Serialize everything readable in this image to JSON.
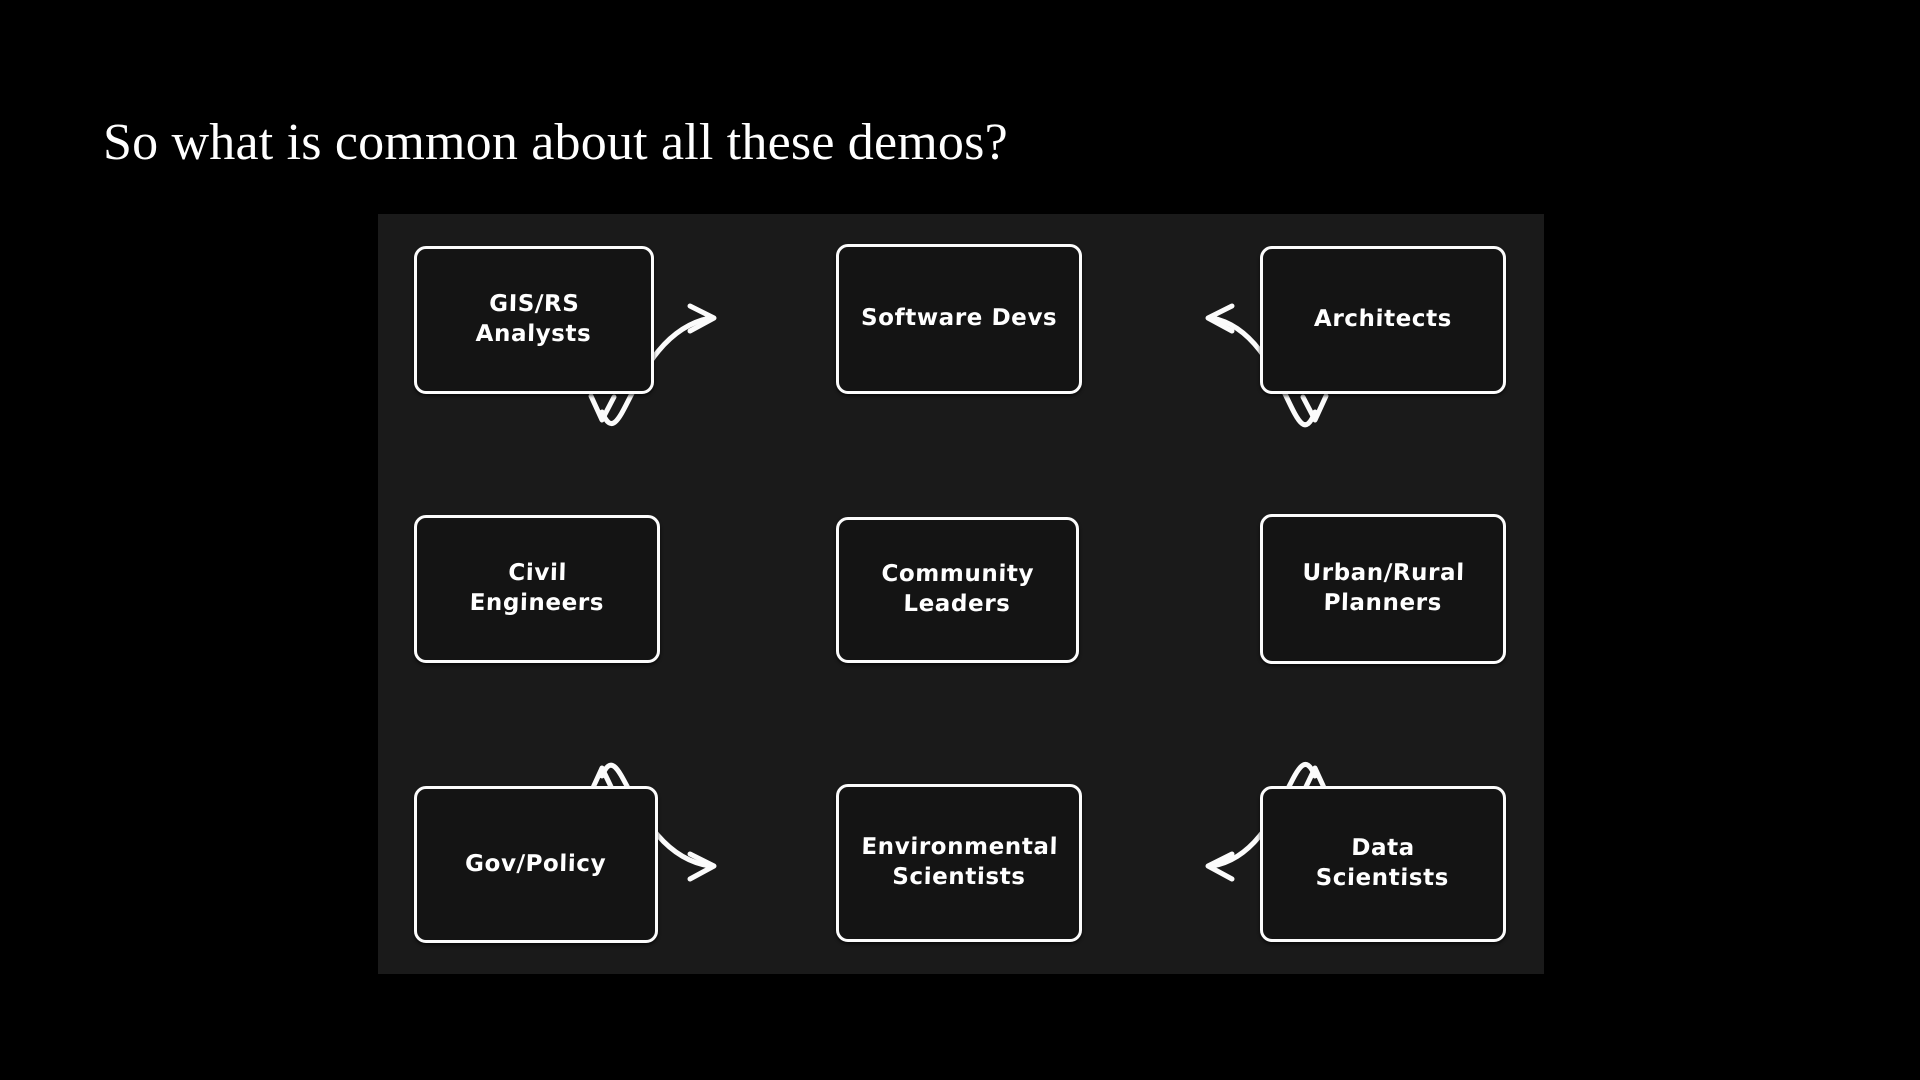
{
  "slide": {
    "title": "So what is common about all these demos?",
    "background_color": "#000000",
    "panel_color": "#1a1a1a",
    "accent_color": "#ffffff"
  },
  "diagram": {
    "nodes": [
      {
        "id": "gis-rs-analysts",
        "label": "GIS/RS\nAnalysts",
        "row": 1,
        "col": 1
      },
      {
        "id": "software-devs",
        "label": "Software Devs",
        "row": 1,
        "col": 2
      },
      {
        "id": "architects",
        "label": "Architects",
        "row": 1,
        "col": 3
      },
      {
        "id": "civil-engineers",
        "label": "Civil\nEngineers",
        "row": 2,
        "col": 1
      },
      {
        "id": "community-leaders",
        "label": "Community\nLeaders",
        "row": 2,
        "col": 2
      },
      {
        "id": "urban-rural-planners",
        "label": "Urban/Rural\nPlanners",
        "row": 2,
        "col": 3
      },
      {
        "id": "gov-policy",
        "label": "Gov/Policy",
        "row": 3,
        "col": 1
      },
      {
        "id": "environmental-scientists",
        "label": "Environmental\nScientists",
        "row": 3,
        "col": 2
      },
      {
        "id": "data-scientists",
        "label": "Data\nScientists",
        "row": 3,
        "col": 3
      }
    ],
    "arrows": [
      {
        "id": "arrow-gis-to-softdev",
        "from": "gis-rs-analysts",
        "to": "software-devs",
        "direction": "up-right"
      },
      {
        "id": "arrow-architects-to-softdev",
        "from": "architects",
        "to": "software-devs",
        "direction": "up-left"
      },
      {
        "id": "arrow-gov-to-envsci",
        "from": "gov-policy",
        "to": "environmental-scientists",
        "direction": "right"
      },
      {
        "id": "arrow-datasci-to-envsci",
        "from": "data-scientists",
        "to": "environmental-scientists",
        "direction": "left"
      }
    ]
  }
}
